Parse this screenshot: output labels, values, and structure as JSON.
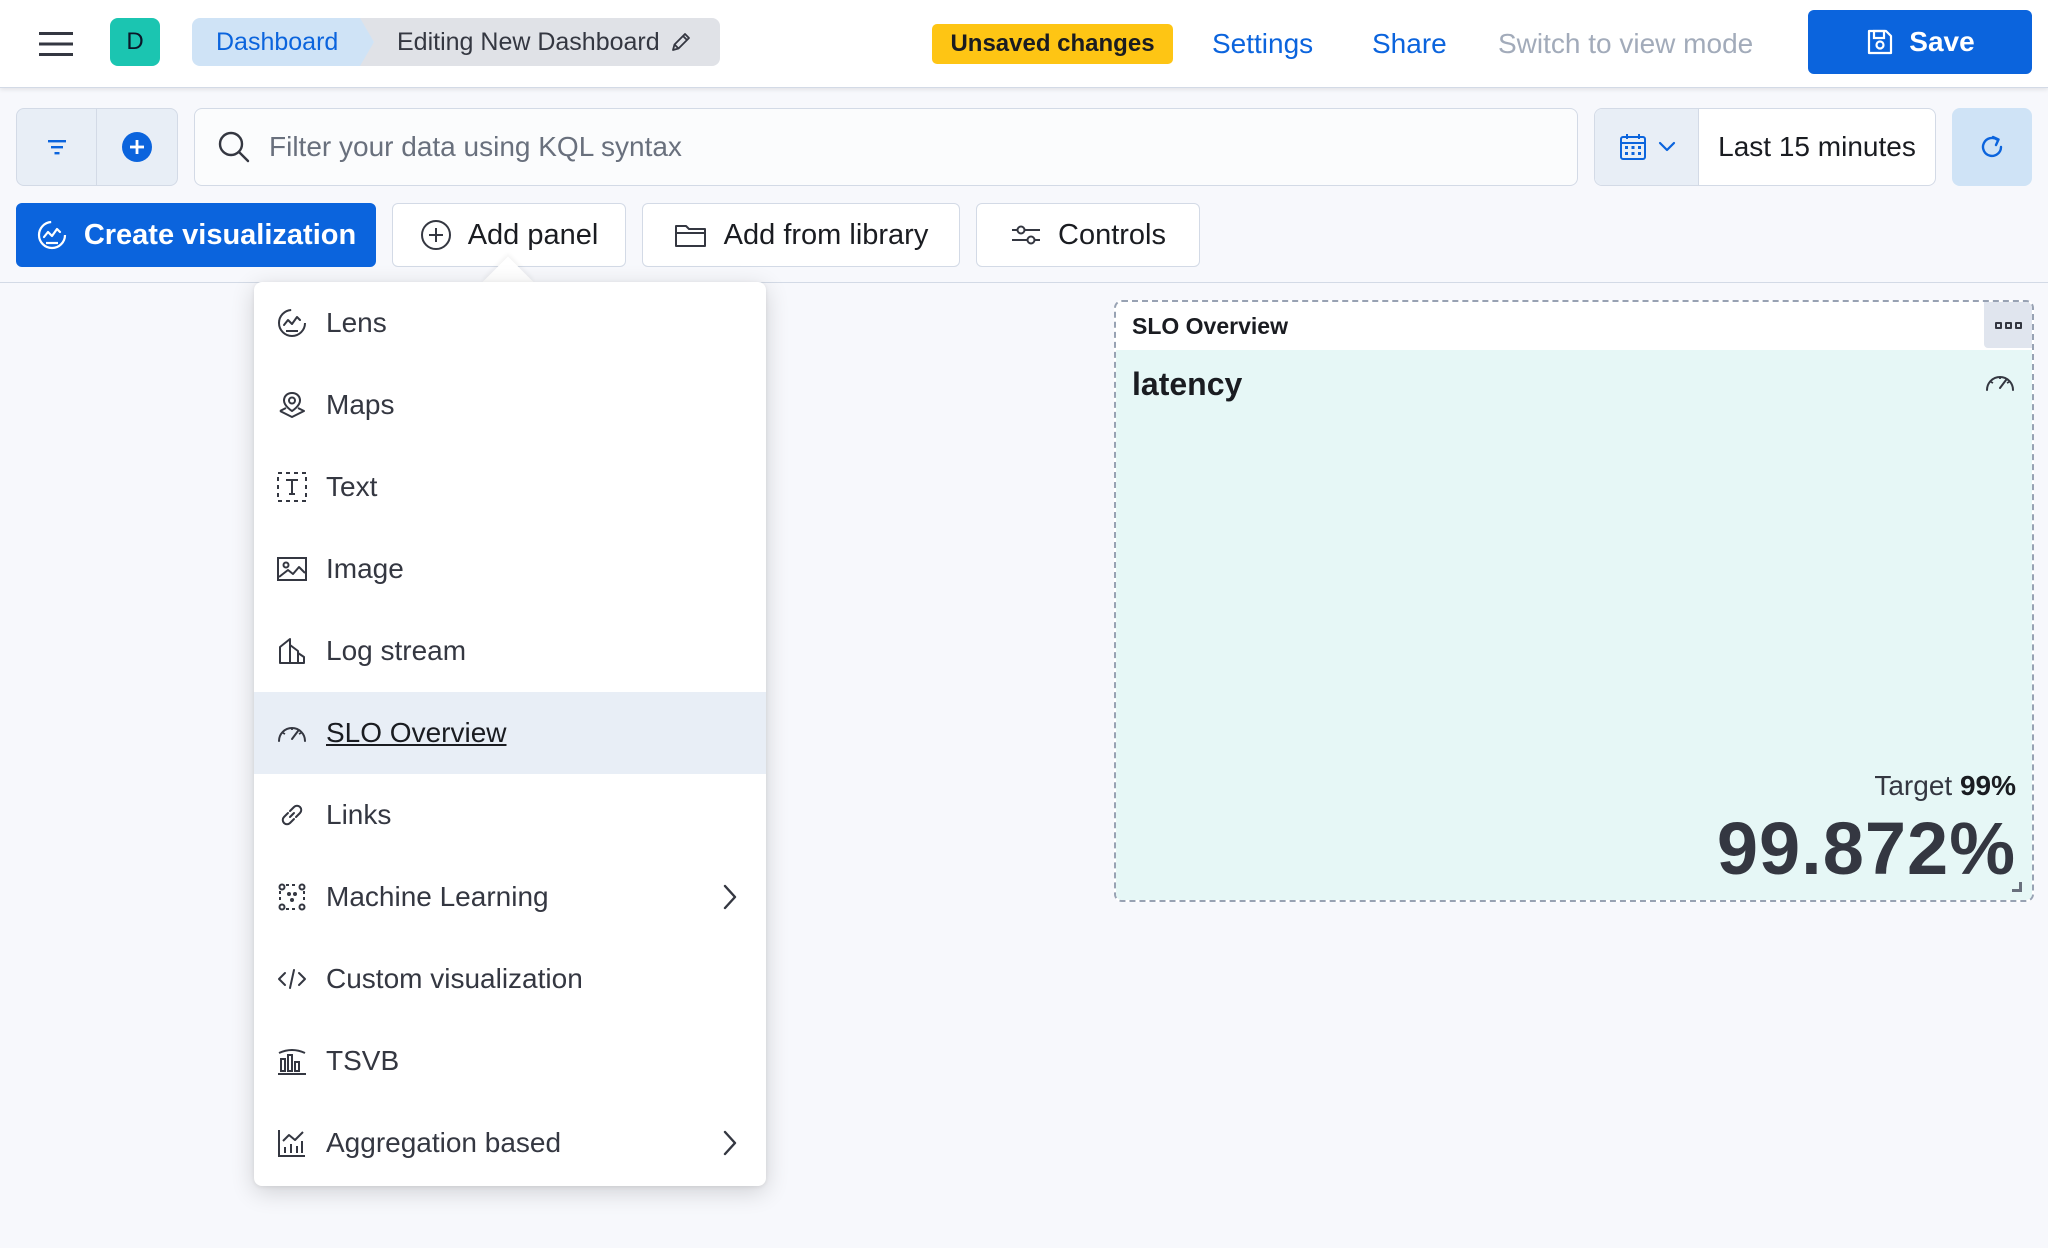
{
  "header": {
    "space_initial": "D",
    "breadcrumbs": [
      "Dashboard",
      "Editing New Dashboard"
    ],
    "unsaved_badge": "Unsaved changes",
    "links": {
      "settings": "Settings",
      "share": "Share",
      "view_mode": "Switch to view mode"
    },
    "save_label": "Save"
  },
  "query_bar": {
    "placeholder": "Filter your data using KQL syntax",
    "time_range": "Last 15 minutes"
  },
  "toolbar": {
    "create_visualization": "Create visualization",
    "add_panel": "Add panel",
    "add_from_library": "Add from library",
    "controls": "Controls"
  },
  "add_panel_menu": {
    "items": [
      {
        "label": "Lens",
        "icon": "lens-icon"
      },
      {
        "label": "Maps",
        "icon": "maps-icon"
      },
      {
        "label": "Text",
        "icon": "text-icon"
      },
      {
        "label": "Image",
        "icon": "image-icon"
      },
      {
        "label": "Log stream",
        "icon": "log-stream-icon"
      },
      {
        "label": "SLO Overview",
        "icon": "gauge-icon",
        "active": true
      },
      {
        "label": "Links",
        "icon": "link-icon"
      },
      {
        "label": "Machine Learning",
        "icon": "machine-learning-icon",
        "submenu": true
      },
      {
        "label": "Custom visualization",
        "icon": "code-icon"
      },
      {
        "label": "TSVB",
        "icon": "tsvb-icon"
      },
      {
        "label": "Aggregation based",
        "icon": "aggregation-icon",
        "submenu": true
      }
    ]
  },
  "slo_panel": {
    "title": "SLO Overview",
    "slo_name": "latency",
    "target_label": "Target",
    "target_value": "99%",
    "value": "99.872%",
    "background": "#e6f7f6"
  },
  "colors": {
    "primary": "#0b64dd",
    "warning": "#fec514",
    "space_avatar": "#1bc5b1"
  }
}
